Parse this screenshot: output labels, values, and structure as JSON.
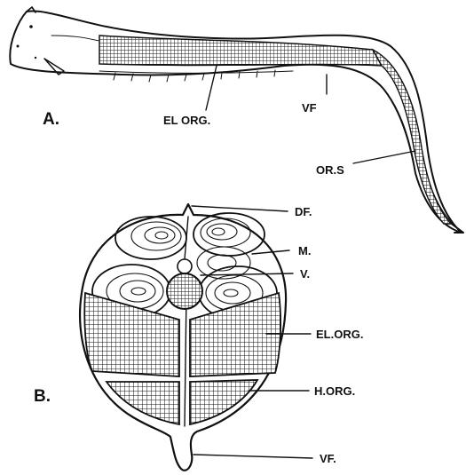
{
  "figure": {
    "panel_a": {
      "panel_label": "A.",
      "labels": {
        "el_org": "EL ORG.",
        "vf": "VF",
        "or_s": "OR.S"
      }
    },
    "panel_b": {
      "panel_label": "B.",
      "labels": {
        "df": "DF.",
        "m": "M.",
        "v": "V.",
        "el_org": "EL.ORG.",
        "h_org": "H.ORG.",
        "vf": "VF."
      }
    },
    "colors": {
      "ink": "#111111",
      "background": "#ffffff"
    }
  }
}
